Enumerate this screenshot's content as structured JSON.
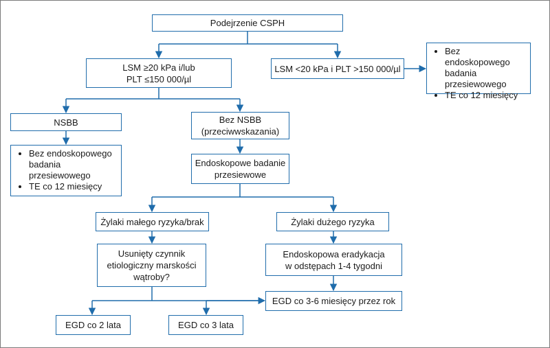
{
  "nodes": {
    "suspicion": "Podejrzenie CSPH",
    "lsm_high": [
      "LSM ≥20 kPa i/lub",
      "PLT ≤150 000/µl"
    ],
    "lsm_low": "LSM <20 kPa i PLT >150 000/µl",
    "nsbb": "NSBB",
    "no_nsbb": [
      "Bez NSBB",
      "(przeciwwskazania)"
    ],
    "screening": [
      "Endoskopowe badanie",
      "przesiewowe"
    ],
    "varices_small": "Żylaki małego ryzyka/brak",
    "varices_large": "Żylaki dużego ryzyka",
    "etiology": [
      "Usunięty czynnik",
      "etiologiczny marskości",
      "wątroby?"
    ],
    "eradication": [
      "Endoskopowa eradykacja",
      "w odstępach 1-4 tygodni"
    ],
    "egd_3_6": "EGD co 3-6 miesięcy przez rok",
    "egd_2": "EGD co 2 lata",
    "egd_3": "EGD co 3 lata",
    "no_screening_top": [
      "Bez endoskopowego",
      "badania",
      "przesiewowego",
      "TE co 12 miesięcy"
    ],
    "no_screening_left": [
      "Bez endoskopowego",
      "badania",
      "przesiewowego",
      "TE co 12 miesięcy"
    ]
  },
  "colors": {
    "border": "#1f6cab",
    "arrow": "#1f6cab",
    "frame": "#7a7a7a"
  }
}
